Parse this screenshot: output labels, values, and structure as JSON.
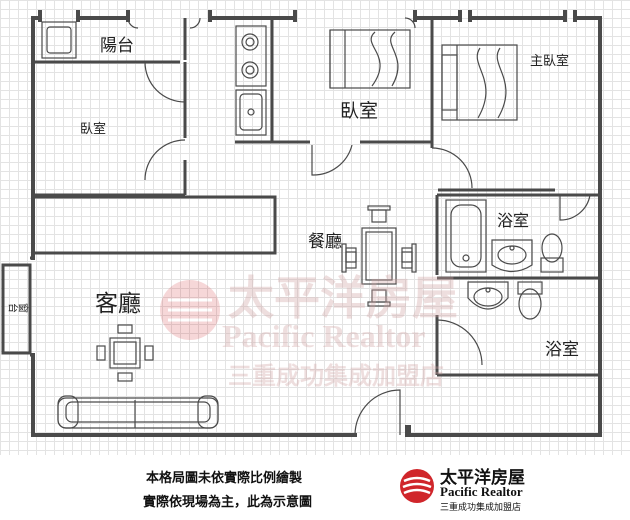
{
  "rooms": {
    "balcony": "陽台",
    "bedroom_left": "臥室",
    "bedroom_center": "臥室",
    "master_bedroom": "主臥室",
    "dining": "餐廳",
    "living": "客廳",
    "bath_upper": "浴室",
    "bath_lower": "浴室",
    "window_bay": "窗台"
  },
  "watermark": {
    "cn": "太平洋房屋",
    "en": "Pacific Realtor",
    "branch": "三重成功集成加盟店"
  },
  "footer": {
    "note_line1": "本格局圖未依實際比例繪製",
    "note_line2": "實際依現場為主，此為示意圖",
    "brand_cn": "太平洋房屋",
    "brand_en": "Pacific Realtor",
    "brand_branch": "三重成功集成加盟店"
  },
  "colors": {
    "wall": "#4a4a4a",
    "grid": "#e3e3e3",
    "watermark": "#cd9f9f",
    "logo_red": "#d0262b"
  }
}
